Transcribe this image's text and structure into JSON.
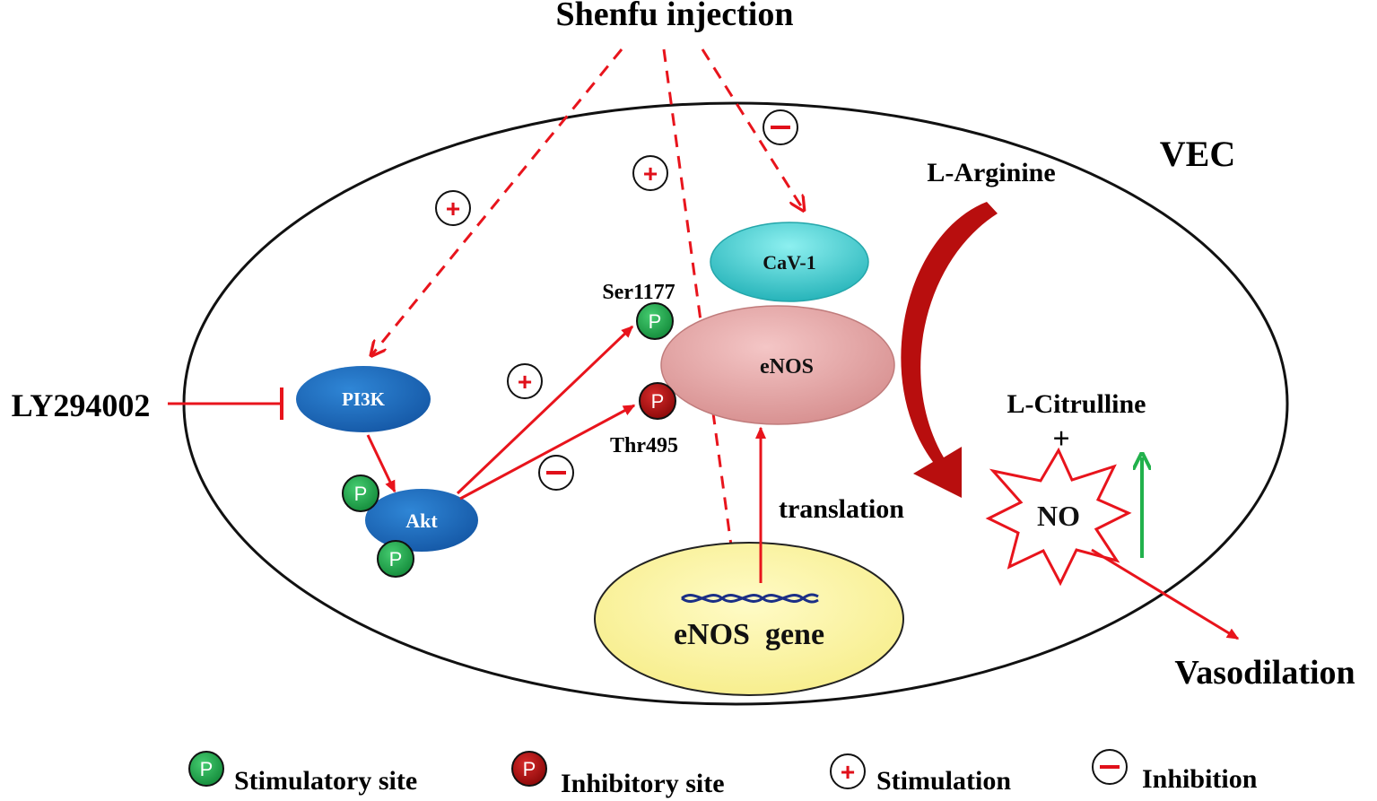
{
  "title": "Shenfu injection",
  "inhibitor": "LY294002",
  "cell_label": "VEC",
  "nodes": {
    "pi3k": "PI3K",
    "akt": "Akt",
    "cav1": "CaV-1",
    "enos": "eNOS",
    "enos_gene": "eNOS  gene",
    "no": "NO"
  },
  "site_labels": {
    "ser": "Ser1177",
    "thr": "Thr495"
  },
  "labels": {
    "l_arginine": "L-Arginine",
    "l_citrulline": "L-Citrulline",
    "plus_sign": "+",
    "translation": "translation",
    "vasodilation": "Vasodilation"
  },
  "symbols": {
    "p": "P",
    "plus": "+",
    "minus": "−"
  },
  "legend": {
    "stimulatory_site": "Stimulatory site",
    "inhibitory_site": "Inhibitory site",
    "stimulation": "Stimulation",
    "inhibition": "Inhibition"
  },
  "colors": {
    "arrow_red": "#e8141c",
    "stimulatory_green": "#1fa84a",
    "inhibitory_red": "#b01010",
    "pi3k_akt_blue": "#1d6fbf",
    "cav1_cyan": "#3cc8cc",
    "enos_pink": "#e4a3a3",
    "gene_yellow": "#fbf49c",
    "up_arrow_green": "#22b14c",
    "curved_arrow": "#b80e0e"
  },
  "icons": {
    "dna": "dna-strand-icon",
    "no_burst": "starburst-icon",
    "up_arrow": "up-arrow-icon",
    "curved_arrow": "curved-arrow-icon"
  }
}
